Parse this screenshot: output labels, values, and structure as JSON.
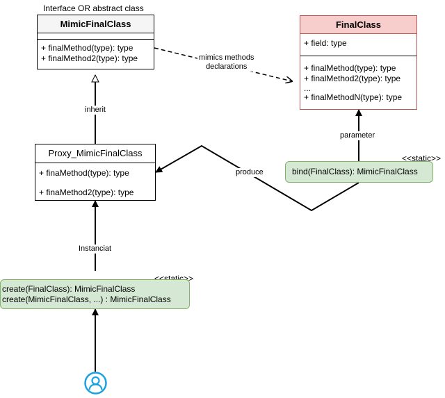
{
  "caption": "Interface OR abstract class",
  "mimic": {
    "title": "MimicFinalClass",
    "methods": [
      "+ finalMethod(type): type",
      "+ finalMethod2(type): type"
    ]
  },
  "final": {
    "title": "FinalClass",
    "field": "+ field: type",
    "methods": [
      "+ finalMethod(type): type",
      "+ finalMethod2(type): type",
      "...",
      "+ finalMethodN(type): type"
    ]
  },
  "proxy": {
    "title": "Proxy_MimicFinalClass",
    "methods": [
      "+ finaMethod(type): type",
      "+ finaMethod2(type): type"
    ]
  },
  "bind": {
    "stereotype": "<<static>>",
    "label": "bind(FinalClass): MimicFinalClass"
  },
  "create": {
    "stereotype": "<<static>>",
    "lines": [
      "create(FinalClass): MimicFinalClass",
      "create(MimicFinalClass, ...) : MimicFinalClass"
    ]
  },
  "edges": {
    "mimics": [
      "mimics methods",
      "declarations"
    ],
    "inherit": "inherit",
    "parameter": "parameter",
    "produce": "produce",
    "instanciat": "Instanciat"
  },
  "colors": {
    "final_header_bg": "#f8cecc",
    "final_border": "#b85450",
    "mimic_header_bg": "#f5f5f5",
    "green_bg": "#d5e8d4",
    "green_border": "#82b366",
    "actor": "#1ba1e2"
  },
  "icons": {
    "actor": "user-icon"
  }
}
